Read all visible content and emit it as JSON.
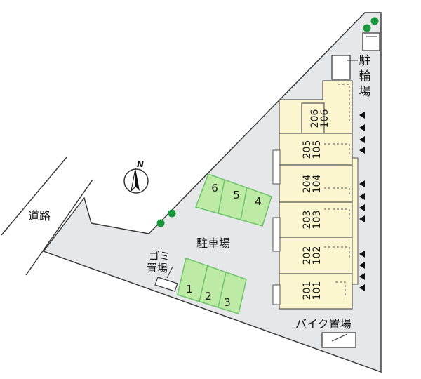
{
  "labels": {
    "road": "道路",
    "parking": "駐車場",
    "garbage": [
      "ゴミ",
      "置場"
    ],
    "bicycle": [
      "駐",
      "輪",
      "場"
    ],
    "bike": "バイク置場",
    "north": "N"
  },
  "units": [
    {
      "top": "206",
      "bottom": "106"
    },
    {
      "top": "205",
      "bottom": "105"
    },
    {
      "top": "204",
      "bottom": "104"
    },
    {
      "top": "203",
      "bottom": "103"
    },
    {
      "top": "202",
      "bottom": "102"
    },
    {
      "top": "201",
      "bottom": "101"
    }
  ],
  "parking_upper": [
    "6",
    "5",
    "4"
  ],
  "parking_lower": [
    "1",
    "2",
    "3"
  ],
  "colors": {
    "lot": "#e6e7e8",
    "building": "#fbf6cf",
    "parking_fill": "#bdeaa4",
    "parking_stroke": "#6cc36a",
    "tree": "#17963a",
    "line": "#333333"
  }
}
